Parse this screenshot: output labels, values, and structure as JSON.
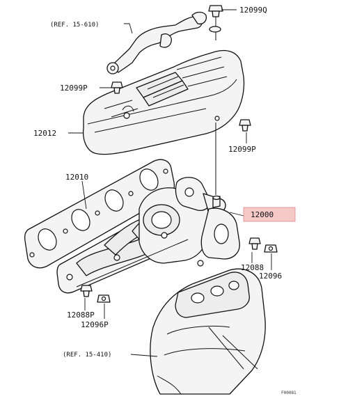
{
  "diagram": {
    "labels": {
      "ref_top": "(REF. 15-610)",
      "ref_bottom": "(REF. 15-410)",
      "p12099Q": "12099Q",
      "p12099P_left": "12099P",
      "p12012": "12012",
      "p12099P_right": "12099P",
      "p12010": "12010",
      "p12000": "12000",
      "p12088": "12088",
      "p12096": "12096",
      "p12088P": "12088P",
      "p12096P": "12096P",
      "code": "F00081"
    },
    "highlight": {
      "part": "12000",
      "color": "#f6c9c9"
    }
  }
}
